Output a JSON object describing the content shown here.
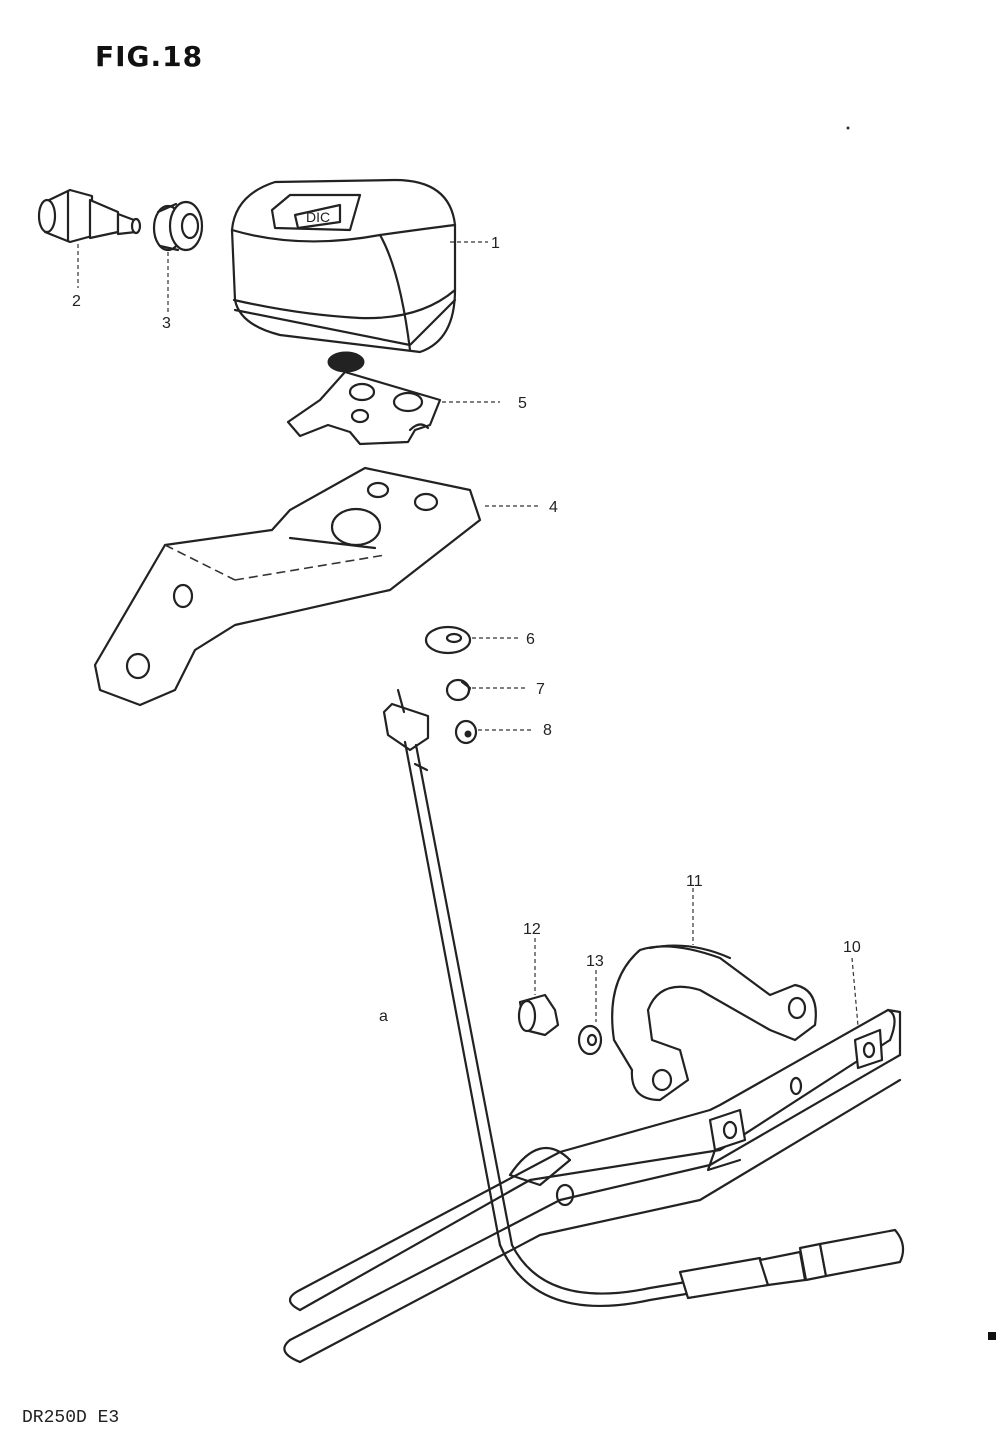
{
  "figure": {
    "title": "FIG.18",
    "model_code": "DR250D E3"
  },
  "callouts": {
    "p1": "1",
    "p2": "2",
    "p3": "3",
    "p4": "4",
    "p5": "5",
    "p6": "6",
    "p7": "7",
    "p8": "8",
    "p10": "10",
    "p11": "11",
    "p12": "12",
    "p13": "13",
    "pa": "a"
  },
  "colors": {
    "line": "#222222",
    "background": "#ffffff"
  }
}
